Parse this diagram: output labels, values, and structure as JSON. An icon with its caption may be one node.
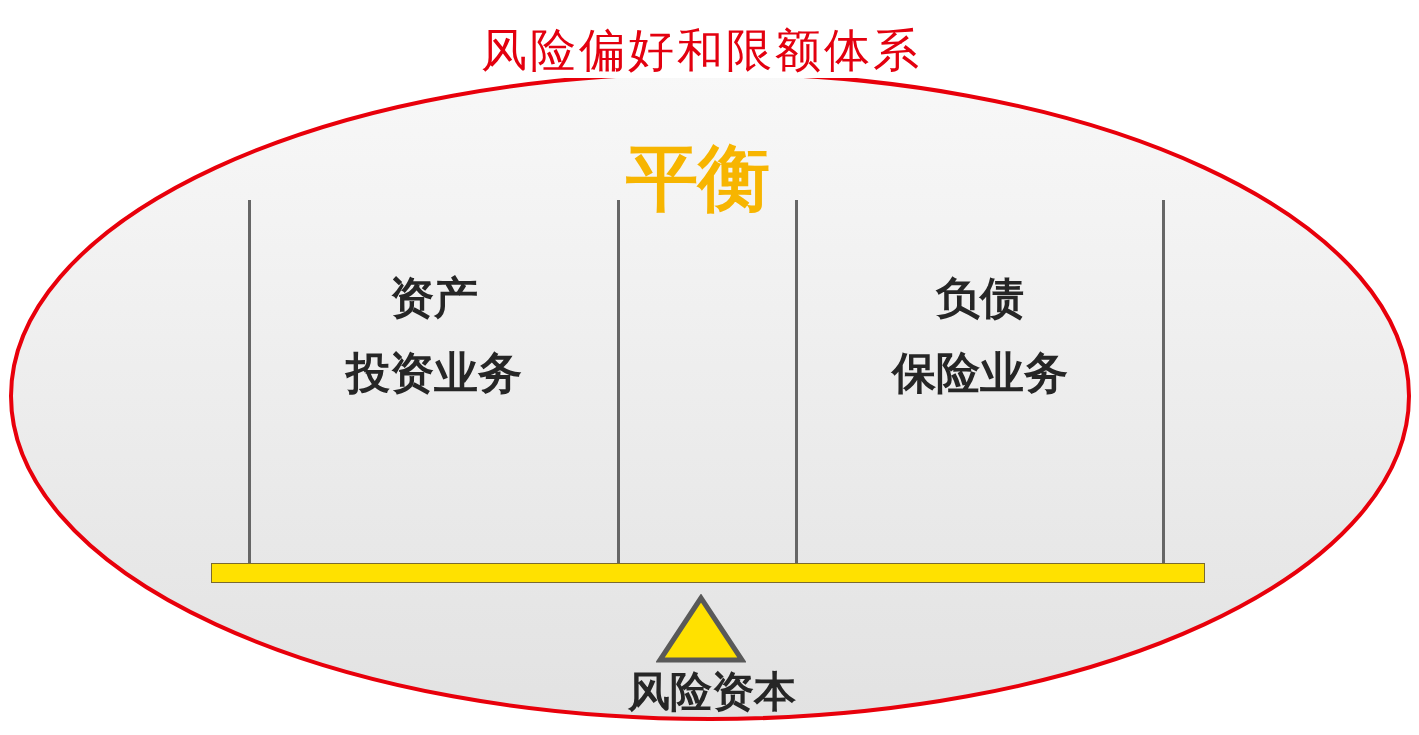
{
  "diagram": {
    "nodes": [
      {
        "text": [
          "风险偏好和限额体系"
        ]
      },
      {
        "text": [
          "资产",
          "投资业务"
        ],
        "in": 0
      },
      {
        "text": [
          "负债",
          "保险业务"
        ],
        "in": 0
      },
      {
        "text": [],
        "shape": "bar",
        "in": 0
      },
      {
        "text": [
          "风险资本"
        ],
        "in": 0
      }
    ],
    "labels": [
      "平衡"
    ]
  }
}
